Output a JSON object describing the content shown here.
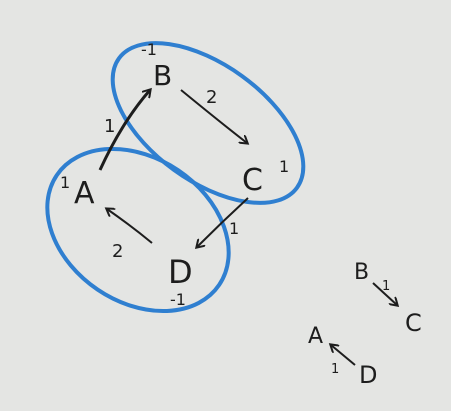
{
  "colors": {
    "background": "#e4e5e3",
    "ink": "#1d1d1d",
    "group_outline": "#2f7fd0"
  },
  "main_graph": {
    "nodes": {
      "A": {
        "label": "A",
        "weight": "1"
      },
      "B": {
        "label": "B",
        "weight": "-1"
      },
      "C": {
        "label": "C",
        "weight": "1"
      },
      "D": {
        "label": "D",
        "weight": "-1"
      }
    },
    "edges": {
      "A_B": {
        "from": "A",
        "to": "B",
        "weight": "1"
      },
      "B_C": {
        "from": "B",
        "to": "C",
        "weight": "2"
      },
      "C_D": {
        "from": "C",
        "to": "D",
        "weight": "1"
      },
      "D_A": {
        "from": "D",
        "to": "A",
        "weight": "2"
      }
    },
    "groups": [
      "B-C",
      "A-D"
    ]
  },
  "reduced_graph": {
    "nodes": {
      "B": {
        "label": "B"
      },
      "C": {
        "label": "C"
      },
      "A": {
        "label": "A"
      },
      "D": {
        "label": "D"
      }
    },
    "edges": {
      "B_C": {
        "from": "B",
        "to": "C",
        "weight": "1"
      },
      "D_A": {
        "from": "D",
        "to": "A",
        "weight": "1"
      }
    }
  }
}
